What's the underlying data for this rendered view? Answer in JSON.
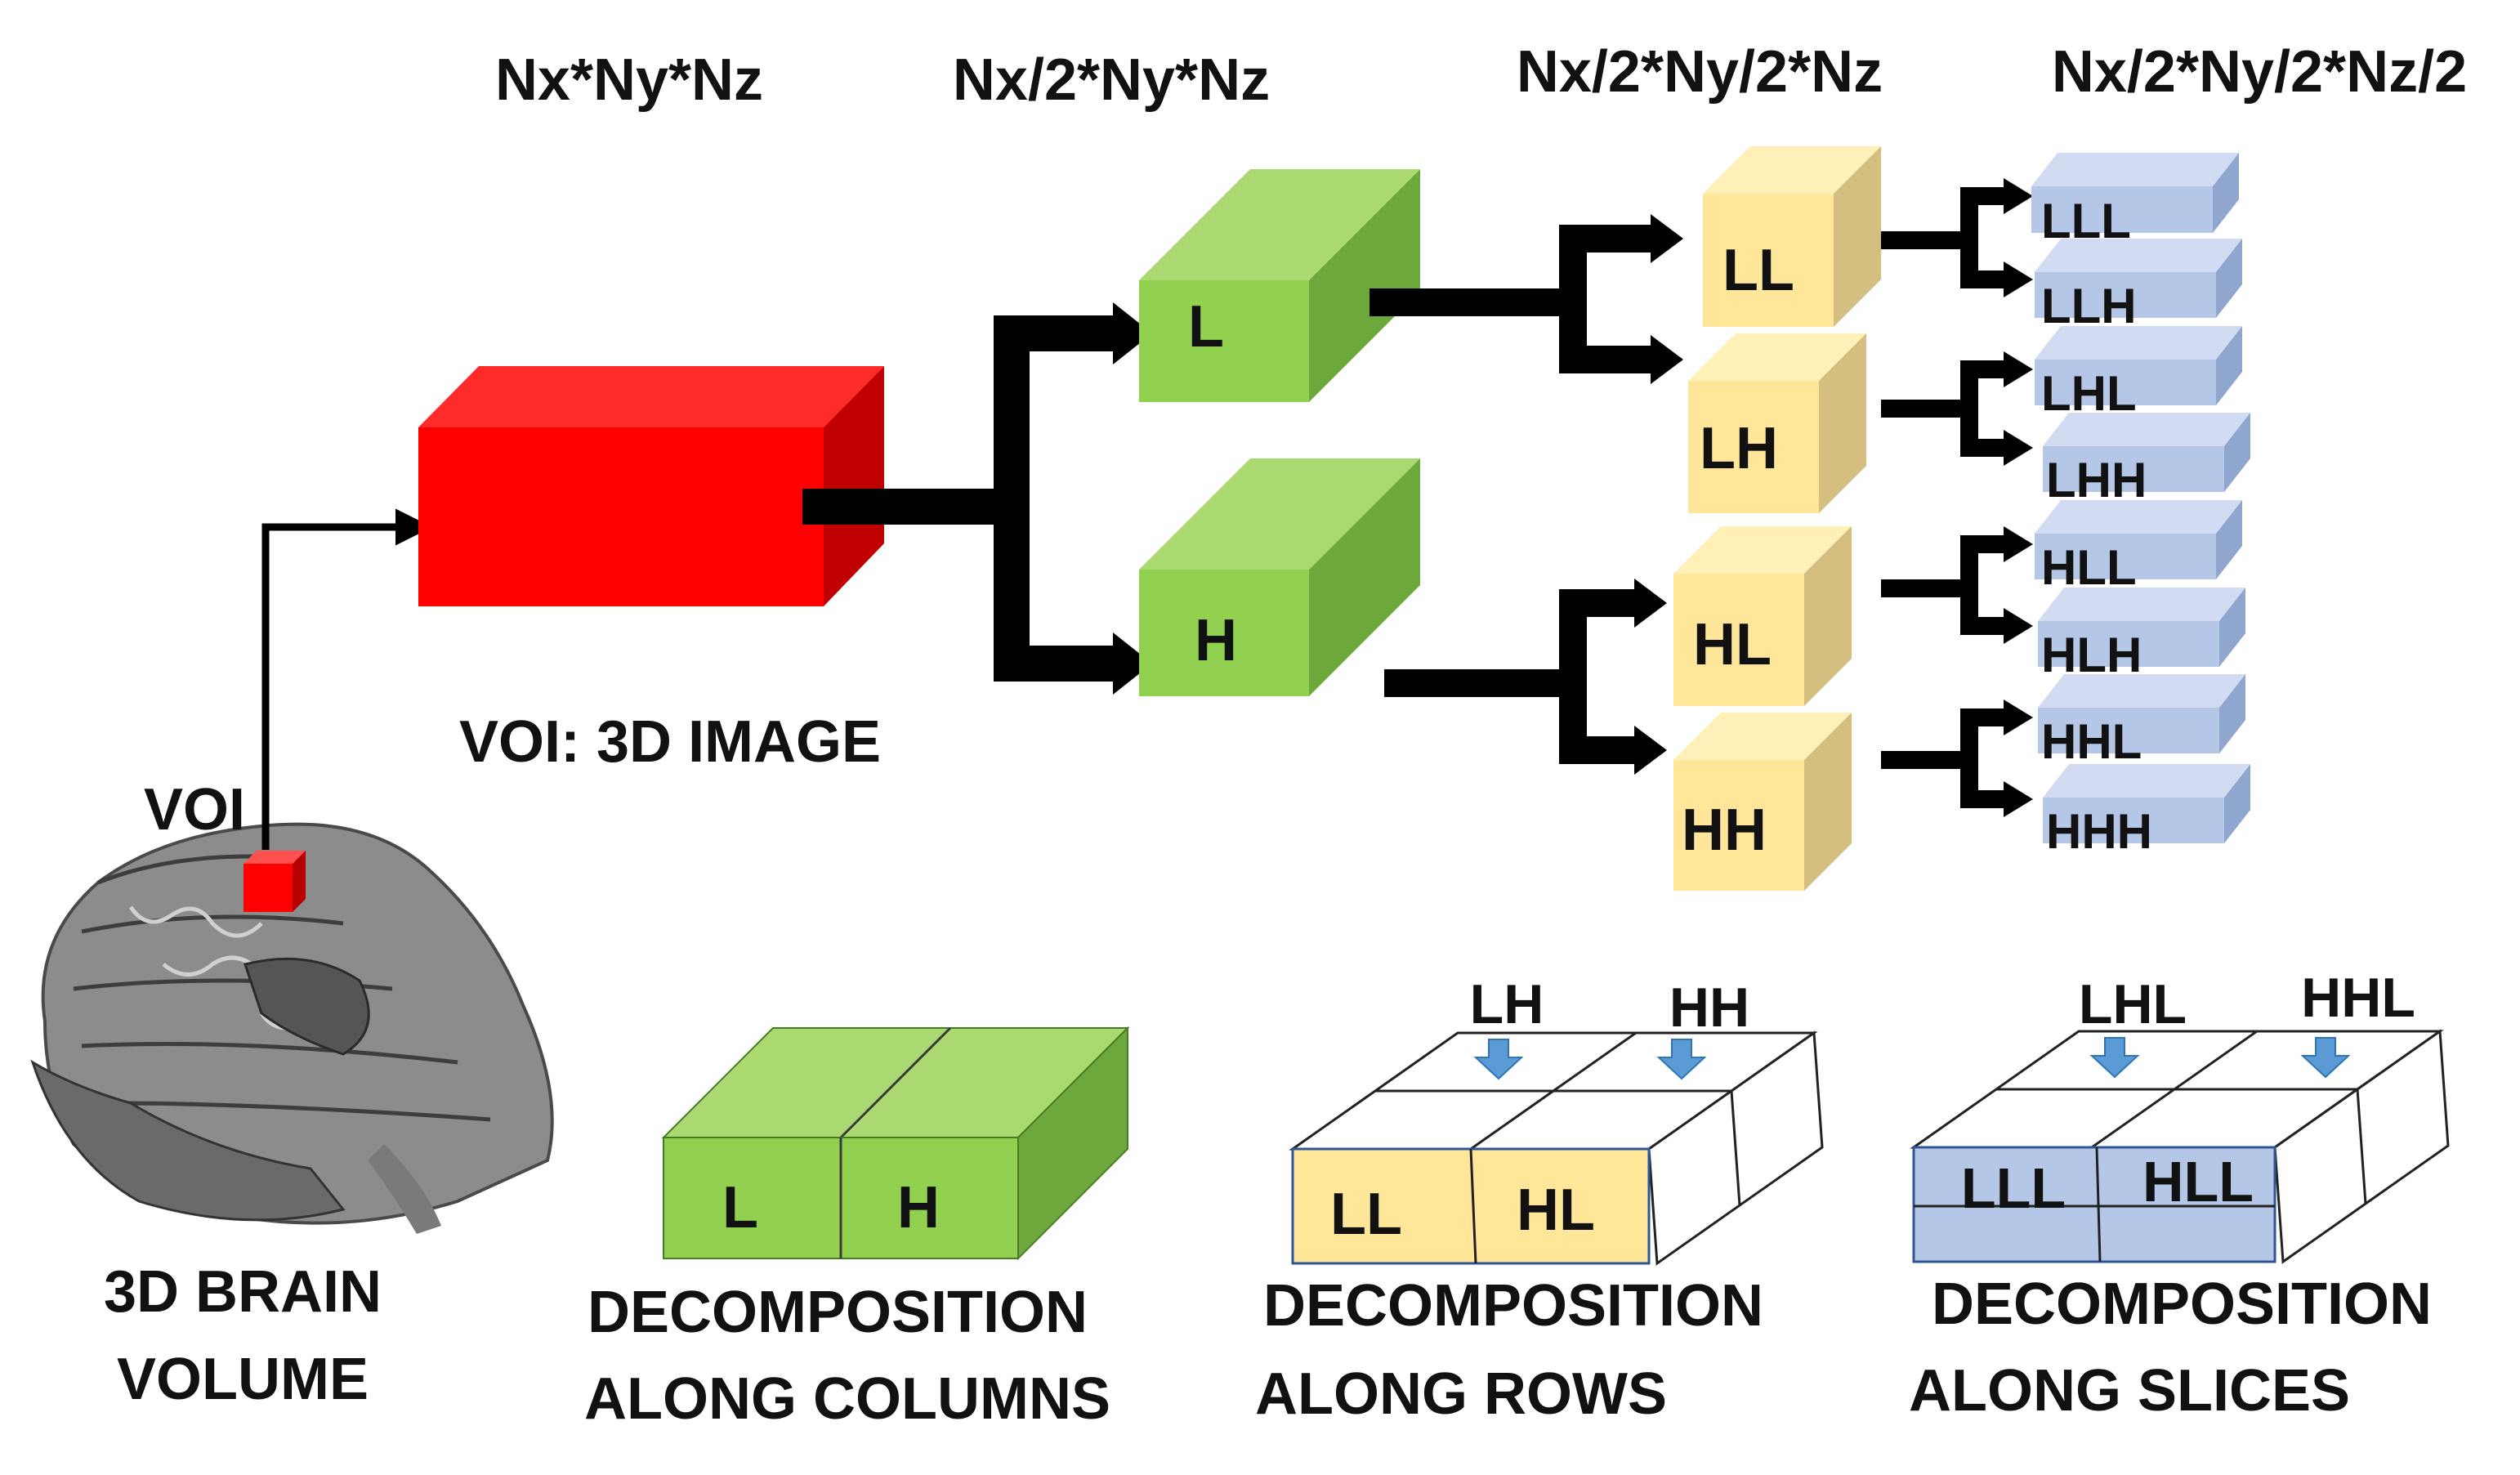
{
  "header_labels": {
    "stage0": "Nx*Ny*Nz",
    "stage1": "Nx/2*Ny*Nz",
    "stage2": "Nx/2*Ny/2*Nz",
    "stage3": "Nx/2*Ny/2*Nz/2"
  },
  "voi": {
    "marker_label": "VOI",
    "caption": "VOI: 3D IMAGE"
  },
  "brain": {
    "caption_line1": "3D BRAIN",
    "caption_line2": "VOLUME"
  },
  "level1": [
    "L",
    "H"
  ],
  "level2": [
    "LL",
    "LH",
    "HL",
    "HH"
  ],
  "level3": [
    "LLL",
    "LLH",
    "LHL",
    "LHH",
    "HLL",
    "HLH",
    "HHL",
    "HHH"
  ],
  "legend": {
    "columns": {
      "cells": [
        "L",
        "H"
      ],
      "caption_line1": "DECOMPOSITION",
      "caption_line2": "ALONG COLUMNS"
    },
    "rows": {
      "top_labels": [
        "LH",
        "HH"
      ],
      "cells": [
        "LL",
        "HL"
      ],
      "caption_line1": "DECOMPOSITION",
      "caption_line2": "ALONG ROWS"
    },
    "slices": {
      "top_labels": [
        "LHL",
        "HHL"
      ],
      "cells": [
        "LLL",
        "HLL"
      ],
      "caption_line1": "DECOMPOSITION",
      "caption_line2": "ALONG SLICES"
    }
  },
  "colors": {
    "voi_red": "#ff0000",
    "green": "#92d050",
    "yellow": "#ffe699",
    "blue": "#b4c7e7",
    "arrow_blue": "#5b9bd5",
    "arrow": "#000000"
  }
}
